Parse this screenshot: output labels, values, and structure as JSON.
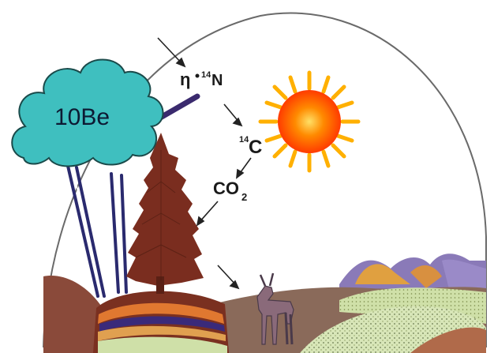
{
  "cloud": {
    "label": "10Be"
  },
  "labels": {
    "neutron": "η",
    "n14_pre": "14",
    "n14_el": "N",
    "c14_pre": "14",
    "c14_el": "C",
    "co2_main": "CO",
    "co2_sub": "2"
  },
  "colors": {
    "cloud": "#3fbfbf",
    "sun_core": "#ff3b00",
    "sun_rays": "#ffb000",
    "tree": "#7a2d1f",
    "rain": "#2a2a6e",
    "deer": "#8a6a7a",
    "hills_purple": "#8a7ab8",
    "hills_orange": "#e0a040"
  }
}
